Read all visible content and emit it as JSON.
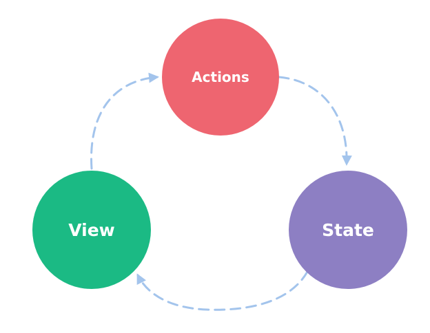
{
  "nodes": {
    "actions": {
      "label": "Actions",
      "color": "#ee6570"
    },
    "state": {
      "label": "State",
      "color": "#8d7fc3"
    },
    "view": {
      "label": "View",
      "color": "#1bba84"
    }
  },
  "edges": [
    {
      "from": "actions",
      "to": "state"
    },
    {
      "from": "state",
      "to": "view"
    },
    {
      "from": "view",
      "to": "actions"
    }
  ],
  "arrow_color": "#a3c4ec"
}
